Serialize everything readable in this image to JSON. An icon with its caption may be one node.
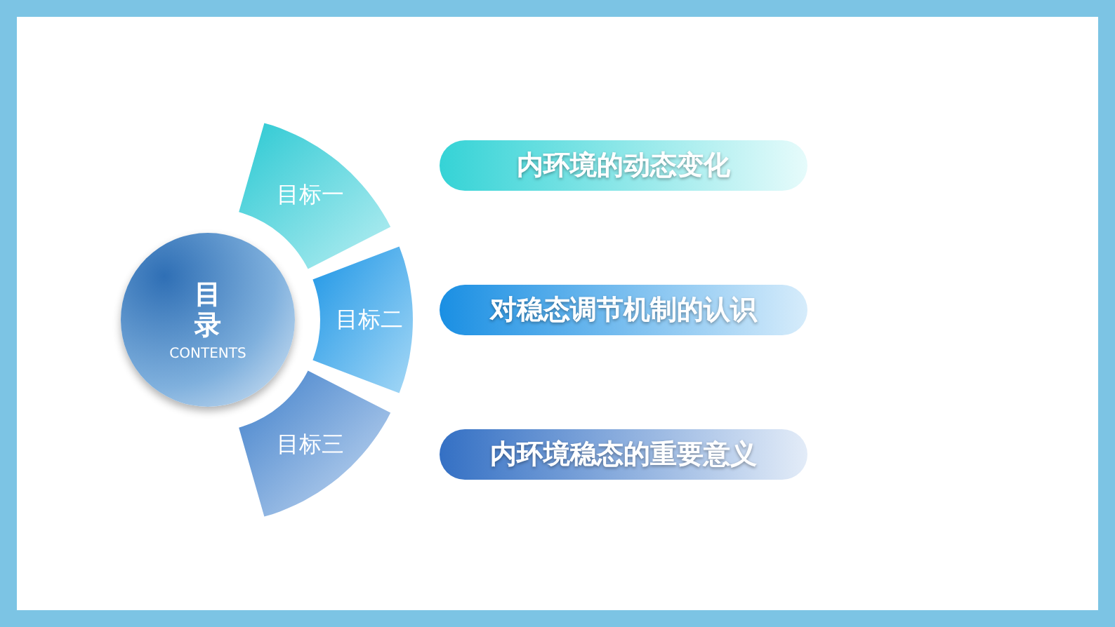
{
  "diagram": {
    "nodes": [
      {
        "text": [
          "目录",
          "CONTENTS"
        ]
      },
      {
        "text": [
          "目标一"
        ]
      },
      {
        "text": [
          "目标二"
        ]
      },
      {
        "text": [
          "目标三"
        ]
      },
      {
        "text": [
          "内环境的动态变化"
        ]
      },
      {
        "text": [
          "对稳态调节机制的认识"
        ]
      },
      {
        "text": [
          "内环境稳态的重要意义"
        ]
      }
    ]
  }
}
